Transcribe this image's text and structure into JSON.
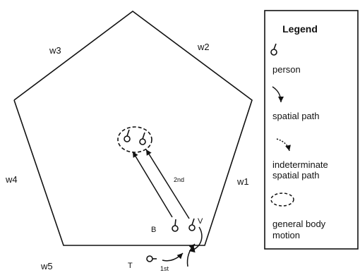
{
  "walls": {
    "w1": "w1",
    "w2": "w2",
    "w3": "w3",
    "w4": "w4",
    "w5": "w5"
  },
  "people": {
    "b": "B",
    "v": "V",
    "t": "T"
  },
  "path_labels": {
    "first": "1st",
    "second": "2nd"
  },
  "legend": {
    "title": "Legend",
    "person": "person",
    "spatial_path": "spatial path",
    "indeterminate_line1": "indeterminate",
    "indeterminate_line2": "spatial path",
    "motion_line1": "general body",
    "motion_line2": "motion"
  }
}
